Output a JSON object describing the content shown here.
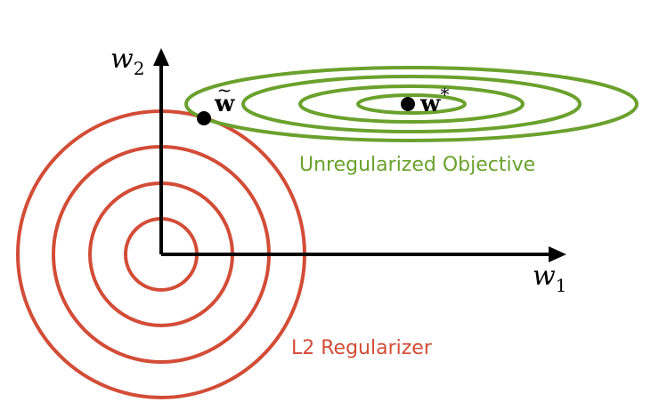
{
  "axes": {
    "x_label": "w",
    "x_subscript": "1",
    "y_label": "w",
    "y_subscript": "2"
  },
  "points": {
    "optimum_label": "w",
    "optimum_superscript": "*",
    "regularized_label": "w",
    "regularized_accent": "~"
  },
  "labels": {
    "objective": "Unregularized Objective",
    "regularizer": "L2 Regularizer"
  },
  "colors": {
    "objective": "#6aa12c",
    "regularizer": "#d24d37",
    "axis": "#000000"
  }
}
